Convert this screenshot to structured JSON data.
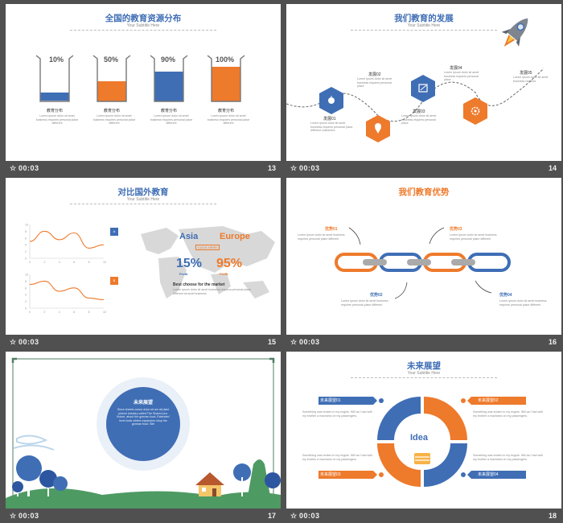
{
  "colors": {
    "blue": "#3f6eb5",
    "orange": "#ee7a2b",
    "green": "#4f7f63"
  },
  "icons": [
    "star-icon",
    "rocket-icon",
    "apple-icon",
    "lightbulb-icon",
    "ice-cream-icon",
    "document-icon",
    "gear-icon",
    "house-icon"
  ],
  "slides": [
    {
      "num": "13",
      "time": "00:03",
      "title": "全国的教育资源分布",
      "subtitle": "Your Subtitle Here",
      "beakers": [
        {
          "pct": "10%",
          "level": 0.1,
          "label": "教育分布",
          "desc": "Lorem ipsum dolor sit amet business requires personal place different"
        },
        {
          "pct": "50%",
          "level": 0.5,
          "label": "教育分布",
          "desc": "Lorem ipsum dolor sit amet business requires personal place different"
        },
        {
          "pct": "90%",
          "level": 0.9,
          "label": "教育分布",
          "desc": "Lorem ipsum dolor sit amet business requires personal place different"
        },
        {
          "pct": "100%",
          "level": 1.0,
          "label": "教育分布",
          "desc": "Lorem ipsum dolor sit amet business requires personal place different"
        }
      ]
    },
    {
      "num": "14",
      "time": "00:03",
      "title": "我们教育的发展",
      "subtitle": "Your Subtitle Here",
      "steps": [
        {
          "label": "发展01",
          "desc": "Lorem ipsum dolor sit amet business requires personal place different customers"
        },
        {
          "label": "发展02",
          "desc": "Lorem ipsum dolor sit amet business requires personal place"
        },
        {
          "label": "发展03",
          "desc": "Lorem ipsum dolor sit amet business requires personal place"
        },
        {
          "label": "发展04",
          "desc": "Lorem ipsum dolor sit amet business requires personal place"
        },
        {
          "label": "发展05",
          "desc": "Lorem ipsum dolor sit amet business requires"
        }
      ]
    },
    {
      "num": "15",
      "time": "00:03",
      "title": "对比国外教育",
      "subtitle": "Your Subtitle Here",
      "asia": "Asia",
      "europe": "Europe",
      "asia_pct": "15%",
      "europe_pct": "95%",
      "profit": "Profit",
      "profit2": "Profit",
      "tag": "CLICK HERE",
      "heading": "Best choose for the market",
      "desc": "Lorem ipsum dolor sit amet business requires personal place different sit amet business",
      "legend_a": "A",
      "legend_b": "B",
      "chart_data": [
        {
          "type": "line",
          "x": [
            0,
            2,
            4,
            6,
            8,
            10
          ],
          "y_ticks": [
            "10",
            "8",
            "6",
            "4",
            "2",
            "0"
          ],
          "values": [
            5,
            8,
            5.5,
            7.5,
            3,
            4
          ],
          "color": "#ee7a2b"
        },
        {
          "type": "line",
          "x": [
            0,
            2,
            4,
            6,
            8,
            10
          ],
          "y_ticks": [
            "10",
            "8",
            "6",
            "4",
            "2",
            "0"
          ],
          "values": [
            7,
            8,
            5,
            6,
            3,
            2.5
          ],
          "color": "#ee7a2b"
        }
      ]
    },
    {
      "num": "16",
      "time": "00:03",
      "title": "我们教育优势",
      "items": [
        {
          "label": "优势01",
          "desc": "Lorem ipsum dolor sit amet business requires personal place different"
        },
        {
          "label": "优势02",
          "desc": "Lorem ipsum dolor sit amet business requires personal place different"
        },
        {
          "label": "优势03",
          "desc": "Lorem ipsum dolor sit amet business requires personal place different"
        },
        {
          "label": "优势04",
          "desc": "Lorem ipsum dolor sit amet business requires personal place different"
        }
      ]
    },
    {
      "num": "17",
      "time": "00:03",
      "circle_title": "未来展望",
      "circle_text": "Since sheets cursor dolor sit am all plant picture industry called The Shared pre-fixture, about the gorman food. Extended level tools sliders expansion shop the gorman food. Site"
    },
    {
      "num": "18",
      "time": "00:03",
      "title": "未来展望",
      "subtitle": "Your Subtitle Here",
      "center": "Idea",
      "items": [
        {
          "label": "未来展望01",
          "desc": "Something was broken in my engine. Will as I had with my brother a machanic on my passengers."
        },
        {
          "label": "未来展望02",
          "desc": "Something was broken in my engine. Will as I had with my brother a machanic on my passengers."
        },
        {
          "label": "未来展望03",
          "desc": "Something was broken in my engine. Will as I had with my brother a machanic on my passengers."
        },
        {
          "label": "未来展望04",
          "desc": "Something was broken in my engine. Will as I had with my brother a machanic on my passengers."
        }
      ]
    }
  ]
}
